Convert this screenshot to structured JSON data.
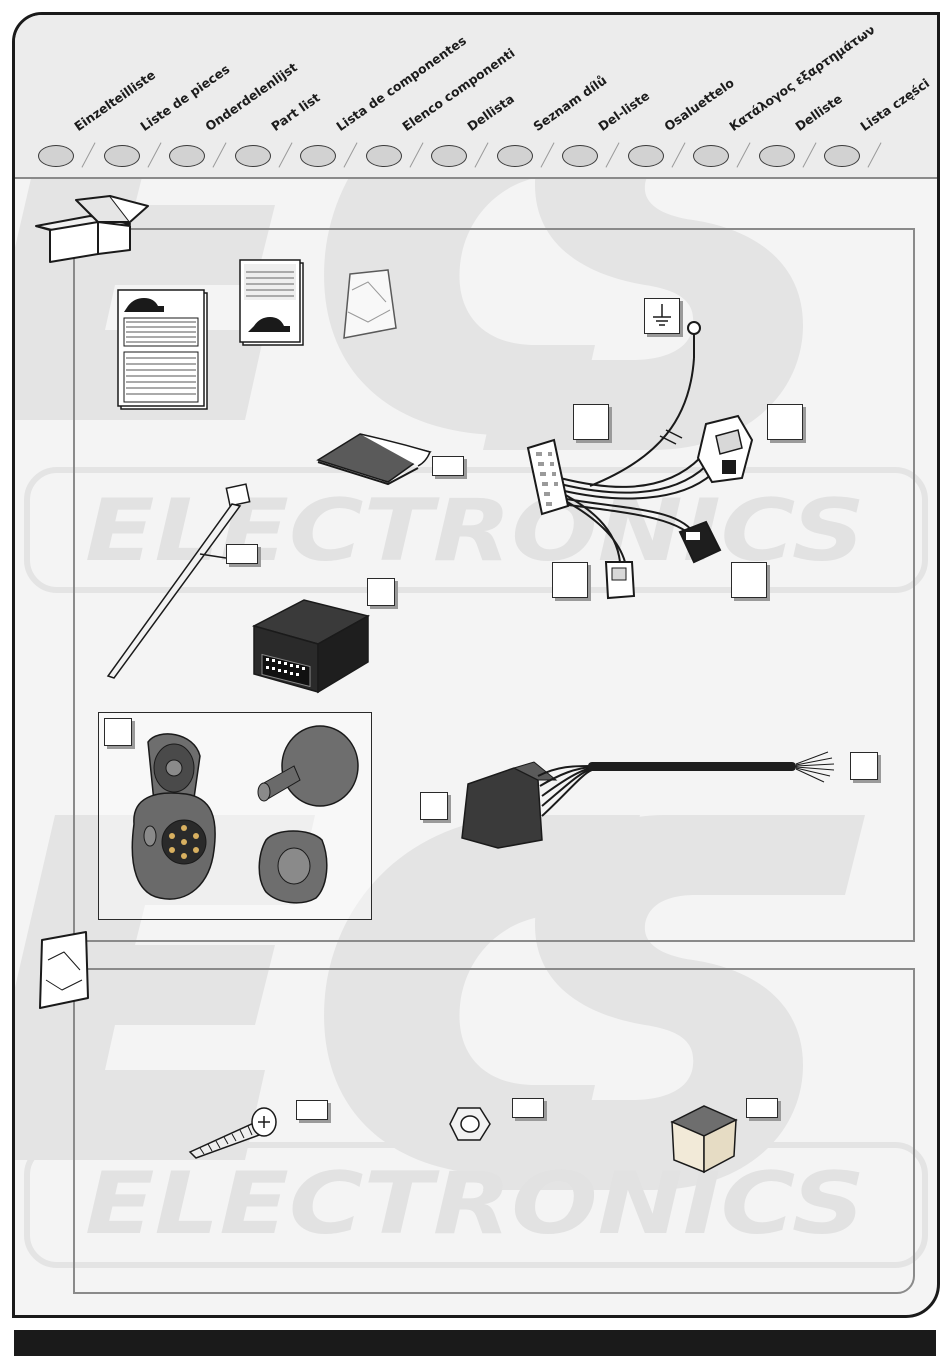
{
  "header": {
    "languages": [
      "Einzelteilliste",
      "Liste de pieces",
      "Onderdelenlijst",
      "Part list",
      "Lista de componentes",
      "Elenco componenti",
      "Dellista",
      "Seznam dílů",
      "Del-liste",
      "Osaluettelo",
      "Κατάλογος εξαρτημάτων",
      "Delliste",
      "Lista części"
    ]
  },
  "watermark": {
    "logo_text": "ECS",
    "brand_text": "ELECTRONICS"
  },
  "icons": {
    "box": "cardboard-box-icon",
    "bag": "plastic-bag-icon",
    "ground": "ground-symbol-icon"
  },
  "colors": {
    "outline": "#1a1a1a",
    "frame_background": "#f4f4f4",
    "watermark": "#e2e2e2",
    "circle_fill": "#d2d2d2",
    "footer": "#1a1a1a"
  }
}
